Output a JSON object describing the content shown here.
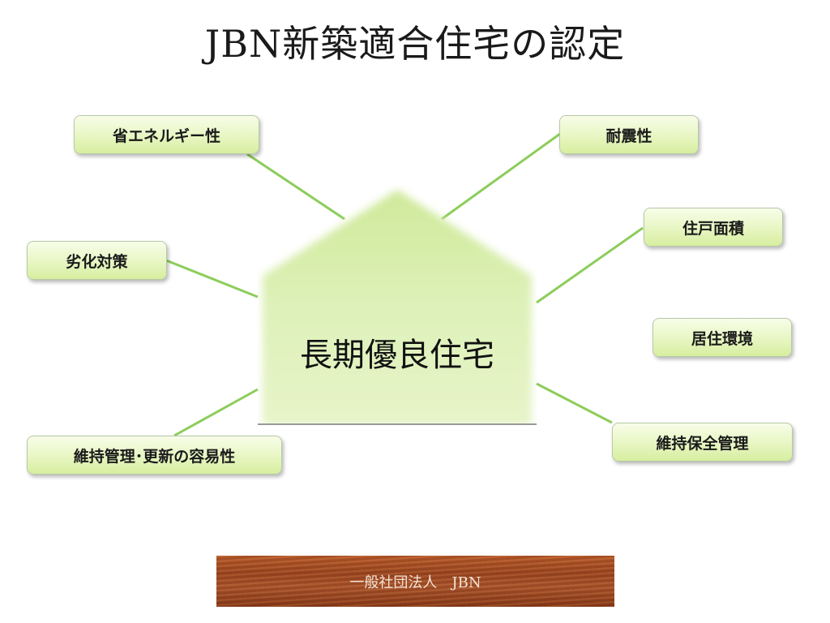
{
  "title": "JBN新築適合住宅の認定",
  "center": {
    "label": "長期優良住宅"
  },
  "nodes": {
    "energy": "省エネルギー性",
    "degradation": "劣化対策",
    "maintenance_ease": "維持管理･更新の容易性",
    "seismic": "耐震性",
    "floor_area": "住戸面積",
    "environment": "居住環境",
    "maintenance_plan": "維持保全管理"
  },
  "footer": {
    "text": "一般社団法人　JBN"
  },
  "colors": {
    "connector": "#8ccd5a",
    "house_fill": "#dcefb4",
    "node_fill": "#e7f6c2",
    "footer_wood": "#a0482a"
  }
}
